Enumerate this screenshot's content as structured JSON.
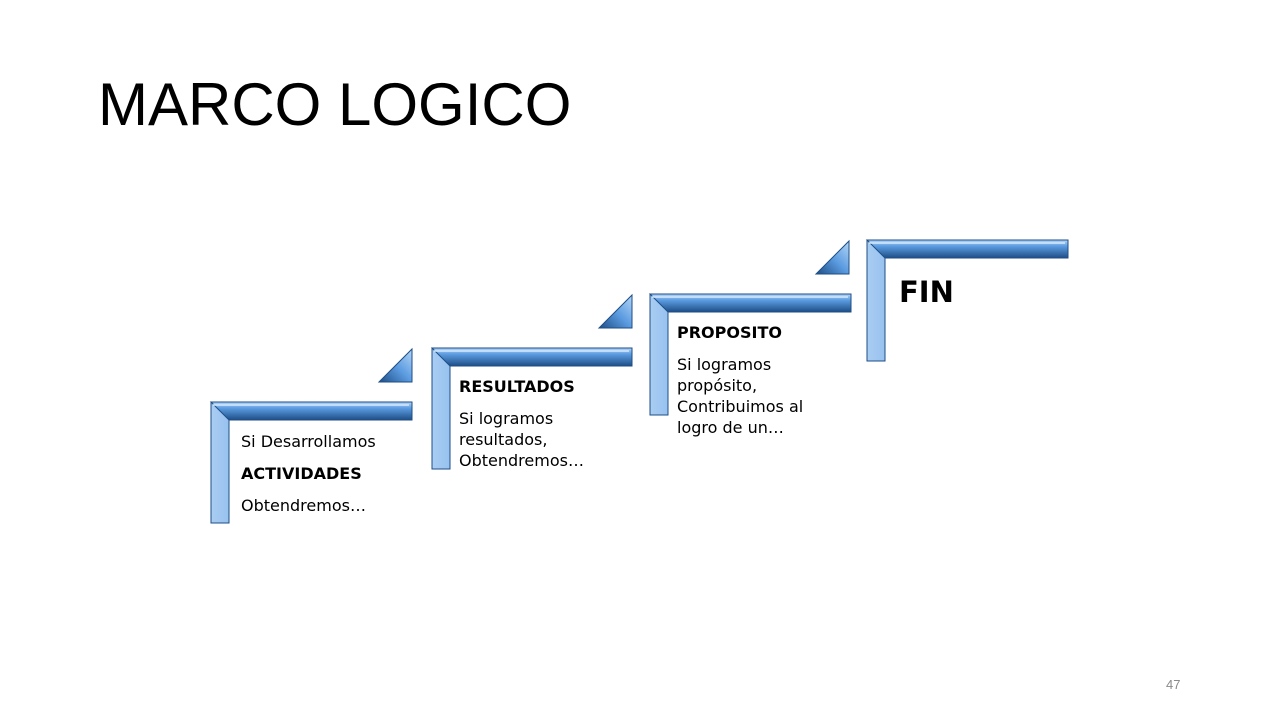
{
  "slide": {
    "title": "MARCO LOGICO",
    "page_number": "47"
  },
  "steps": [
    {
      "lines": [
        "Si Desarrollamos",
        "ACTIVIDADES",
        "Obtendremos…"
      ]
    },
    {
      "lines": [
        "RESULTADOS",
        "Si logramos",
        "resultados,",
        "Obtendremos…"
      ]
    },
    {
      "lines": [
        "PROPOSITO",
        "Si logramos",
        "propósito,",
        "Contribuimos al",
        "logro de un…"
      ]
    },
    {
      "lines": [
        "FIN"
      ]
    }
  ],
  "colors": {
    "bracket_fill": "#4f8fd6",
    "bracket_edge": "#1f4f85",
    "bracket_highlight": "#a9cdf3"
  }
}
